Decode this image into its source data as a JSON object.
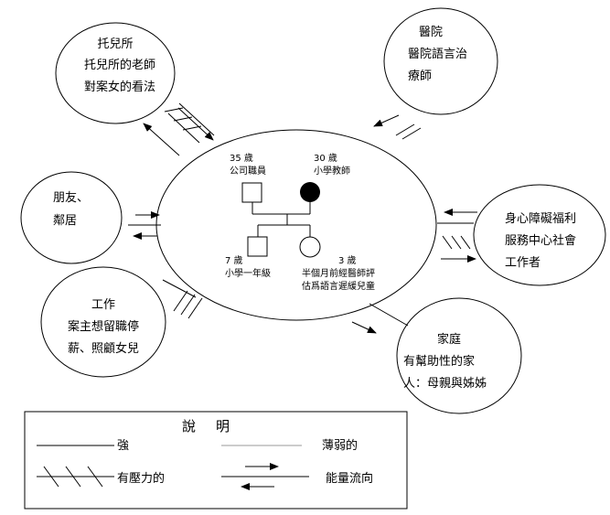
{
  "nodes": {
    "daycare": {
      "line1": "托兒所",
      "line2": "托兒所的老師",
      "line3": "對案女的看法"
    },
    "hospital": {
      "line1": "醫院",
      "line2": "醫院語言治",
      "line3": "療師"
    },
    "friends": {
      "line1": "朋友、",
      "line2": "鄰居"
    },
    "welfare": {
      "line1": "身心障礙福利",
      "line2": "服務中心社會",
      "line3": "工作者"
    },
    "work": {
      "line1": "工作",
      "line2": "案主想留職停",
      "line3": "薪、照顧女兒"
    },
    "family": {
      "line1": "家庭",
      "line2": "有幫助性的家",
      "line3": "人：母親與姊姊"
    }
  },
  "household": {
    "father": {
      "age": "35 歲",
      "role": "公司職員"
    },
    "mother": {
      "age": "30 歲",
      "role": "小學教師"
    },
    "son": {
      "age": "7 歲",
      "role": "小學一年級"
    },
    "daughter": {
      "age": "3 歲",
      "desc1": "半個月前經醫師評",
      "desc2": "估爲語言遲緩兒童"
    }
  },
  "legend": {
    "title": "說明",
    "strong": "強",
    "weak": "薄弱的",
    "stressful": "有壓力的",
    "energy_flow": "能量流向"
  }
}
